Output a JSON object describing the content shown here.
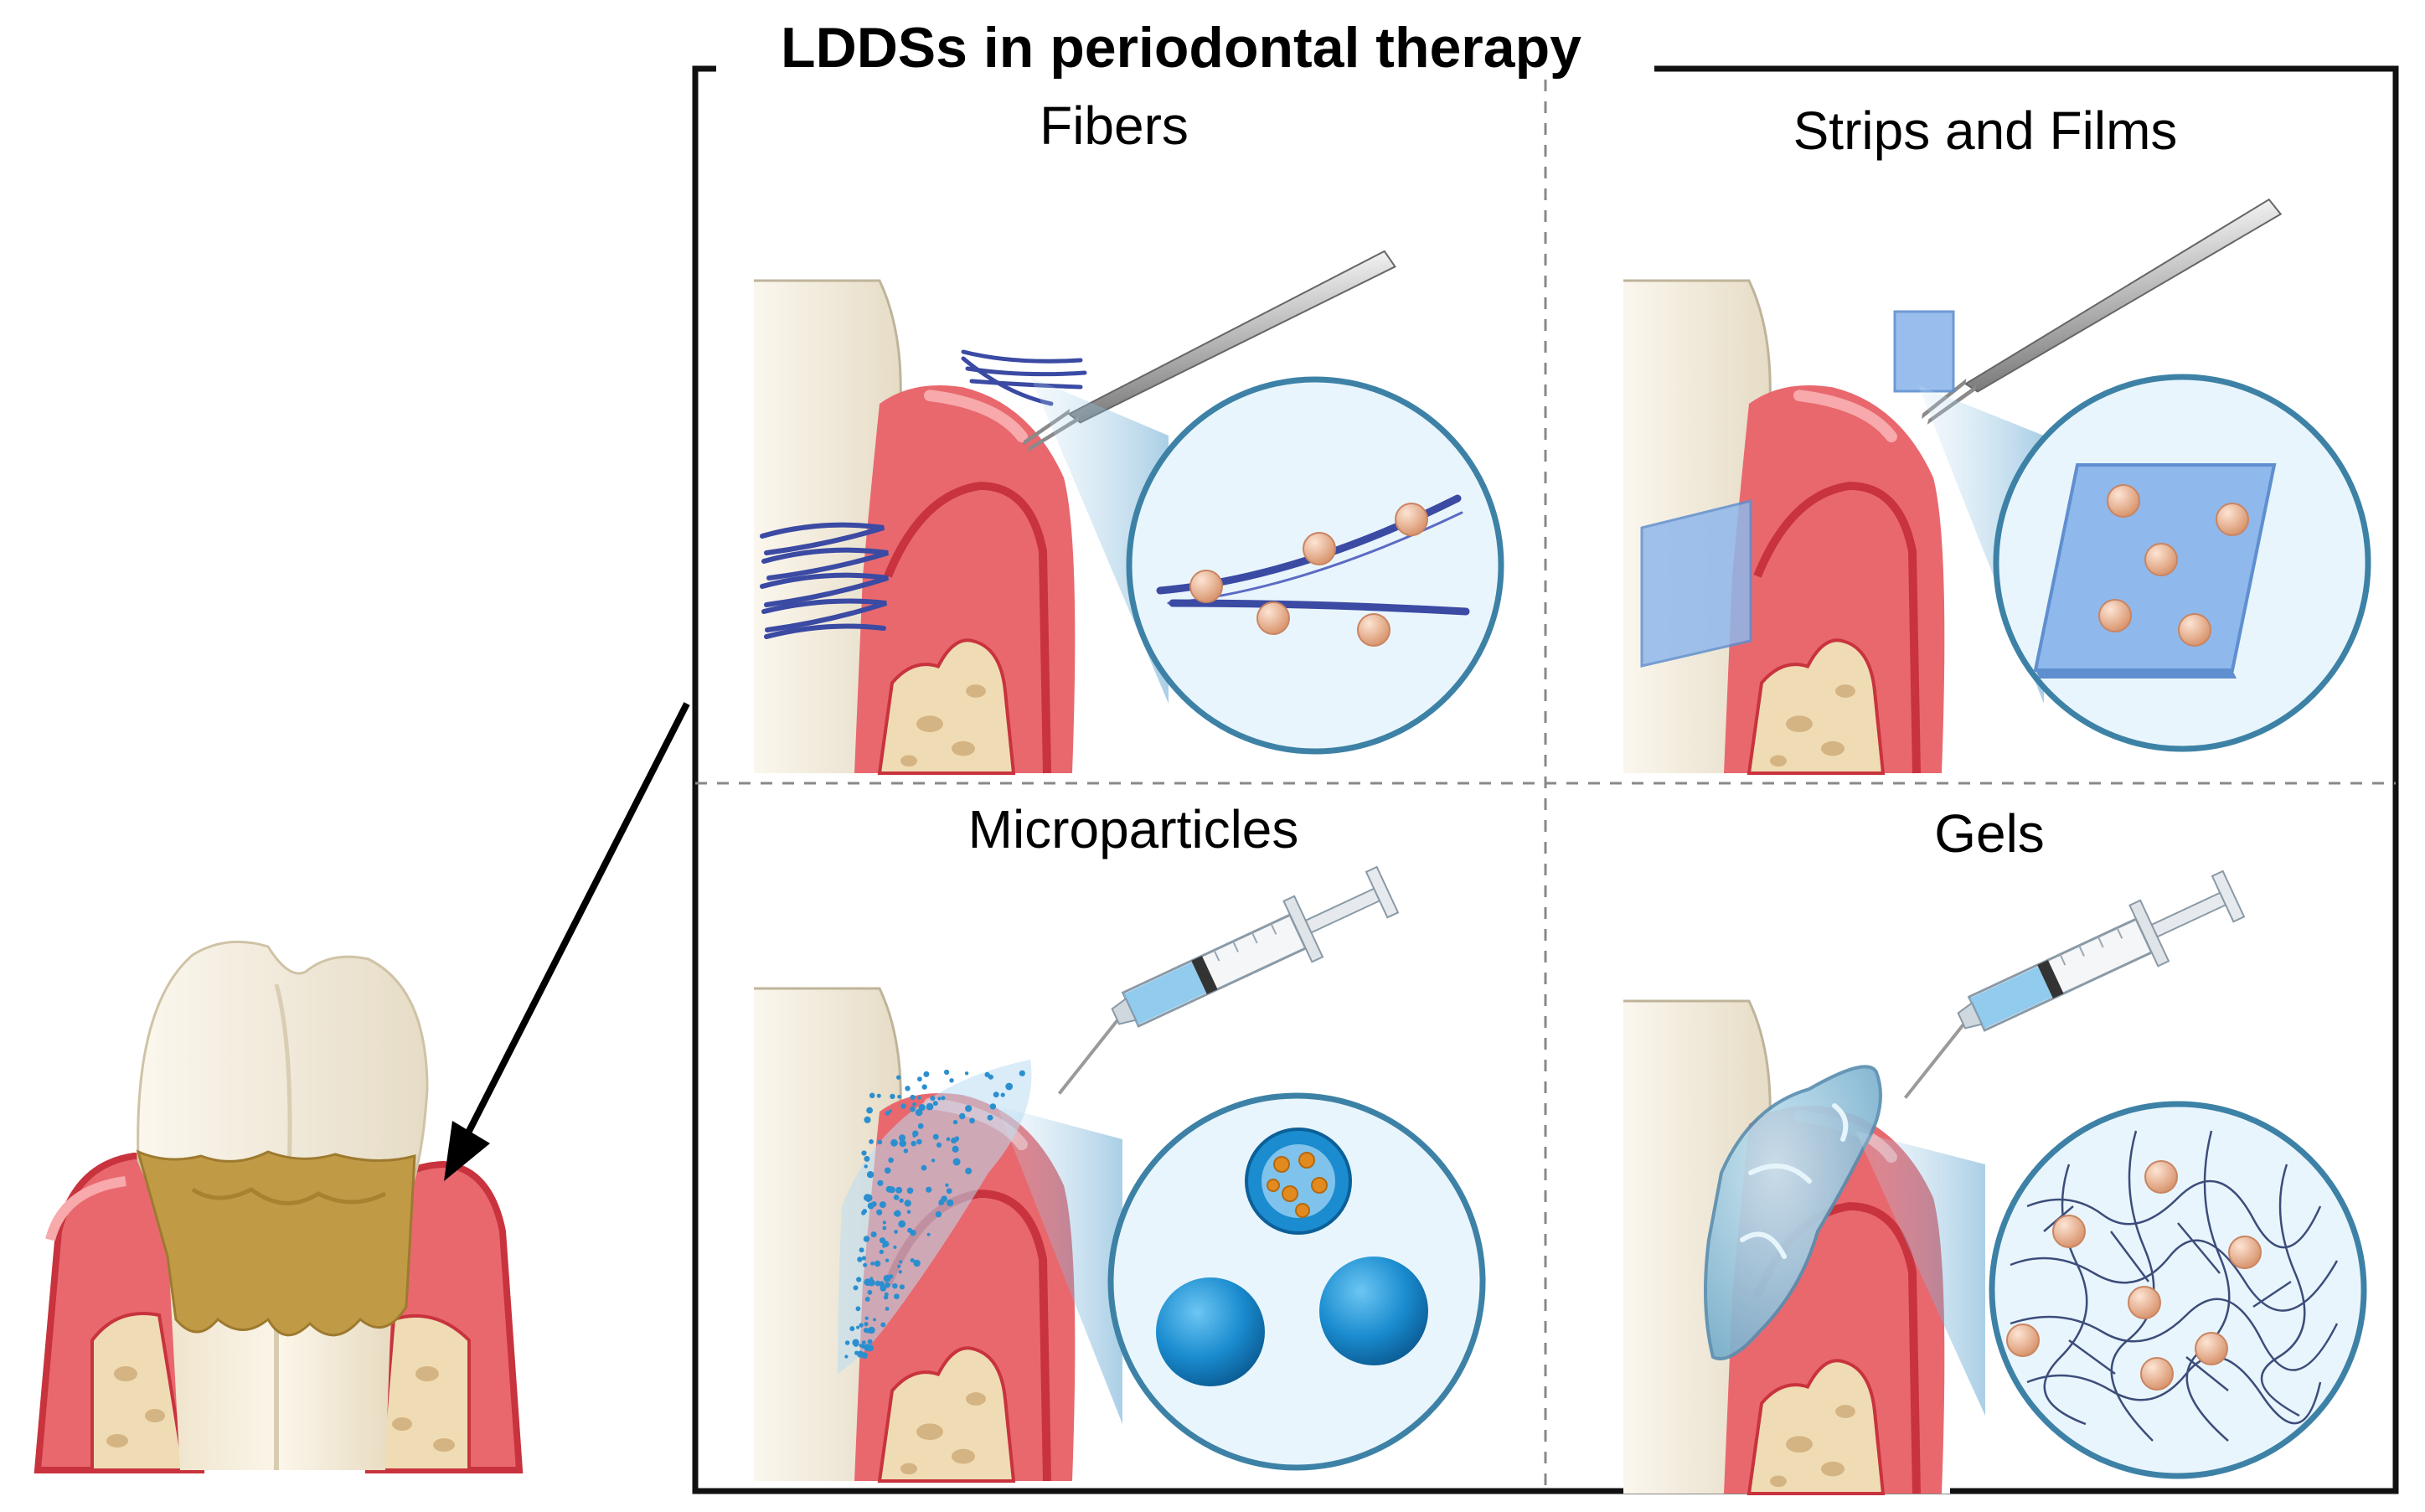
{
  "figure": {
    "title": "LDDSs in periodontal therapy",
    "panels": [
      {
        "key": "fibers",
        "label": "Fibers"
      },
      {
        "key": "strips",
        "label": "Strips and Films"
      },
      {
        "key": "micro",
        "label": "Microparticles"
      },
      {
        "key": "gels",
        "label": "Gels"
      }
    ]
  },
  "colors": {
    "frame": "#111111",
    "gum": "#e8686e",
    "gum_dark": "#c8333d",
    "tooth": "#f4efe3",
    "bone": "#f0dcb4",
    "plaque": "#c19a45",
    "fiber": "#3b4aa3",
    "film": "#8fb8ec",
    "drug": "#f0b89a",
    "sphere": "#1a8ccf",
    "circle_stroke": "#3d82a6",
    "circle_fill": "#e9f5fc"
  }
}
